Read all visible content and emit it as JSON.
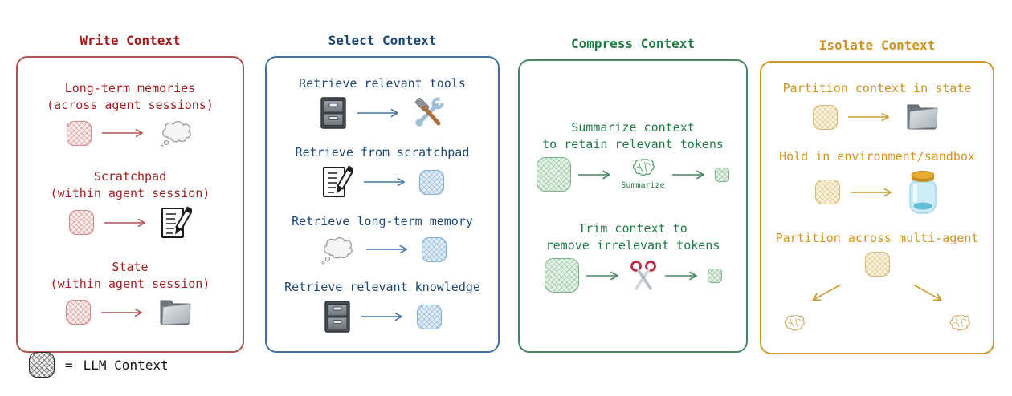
{
  "legend": {
    "symbol": "llm-context-chip",
    "equals": "=",
    "label": "LLM Context",
    "colors": {
      "chip_border": "#2b2b2b",
      "chip_fill": "#f4f4f4",
      "hatch": "rgba(45,45,45,0.55)"
    }
  },
  "panels": {
    "write": {
      "title": "Write Context",
      "colors": {
        "accent": "#9e1c1c",
        "border": "#b05252",
        "chip_border": "#cf8c8c",
        "chip_fill": "#fdf0f0",
        "hatch": "rgba(205,120,120,0.5)"
      },
      "items": [
        {
          "line1": "Long-term memories",
          "line2": "(across agent sessions)",
          "icons": [
            "context-chip",
            "arrow-right",
            "thought-cloud"
          ]
        },
        {
          "line1": "Scratchpad",
          "line2": "(within agent session)",
          "icons": [
            "context-chip",
            "arrow-right",
            "memo-pencil"
          ]
        },
        {
          "line1": "State",
          "line2": "(within agent session)",
          "icons": [
            "context-chip",
            "arrow-right",
            "folder"
          ]
        }
      ]
    },
    "select": {
      "title": "Select Context",
      "colors": {
        "accent": "#1e4673",
        "border": "#4273a3",
        "chip_border": "#85afd4",
        "chip_fill": "#e4f0f9",
        "hatch": "rgba(110,160,205,0.5)"
      },
      "items": [
        {
          "line1": "Retrieve relevant tools",
          "icons": [
            "file-cabinet",
            "arrow-right",
            "hammer-wrench"
          ]
        },
        {
          "line1": "Retrieve from scratchpad",
          "icons": [
            "memo-pencil",
            "arrow-right",
            "context-chip"
          ]
        },
        {
          "line1": "Retrieve long-term memory",
          "icons": [
            "thought-cloud",
            "arrow-right",
            "context-chip"
          ]
        },
        {
          "line1": "Retrieve relevant knowledge",
          "icons": [
            "file-cabinet",
            "arrow-right",
            "context-chip"
          ]
        }
      ]
    },
    "compress": {
      "title": "Compress Context",
      "colors": {
        "accent": "#227a46",
        "border": "#4a8662",
        "chip_border": "#79b08a",
        "chip_fill": "#e7f4e9",
        "hatch": "rgba(120,175,135,0.5)"
      },
      "items": [
        {
          "line1": "Summarize context",
          "line2": "to retain relevant tokens",
          "caption": "Summarize",
          "icons": [
            "context-chip-large",
            "arrow-right",
            "brain-scribble",
            "arrow-right",
            "context-chip-small"
          ]
        },
        {
          "line1": "Trim context to",
          "line2": "remove irrelevant tokens",
          "icons": [
            "context-chip-large",
            "arrow-right",
            "scissors",
            "arrow-right",
            "context-chip-small"
          ]
        }
      ]
    },
    "isolate": {
      "title": "Isolate Context",
      "colors": {
        "accent": "#d09324",
        "border": "#c9982f",
        "chip_border": "#d8b878",
        "chip_fill": "#fcf6e3",
        "hatch": "rgba(210,170,95,0.5)"
      },
      "items": [
        {
          "line1": "Partition context in state",
          "icons": [
            "context-chip",
            "arrow-right",
            "folder"
          ]
        },
        {
          "line1": "Hold in environment/sandbox",
          "icons": [
            "context-chip",
            "arrow-right",
            "jar"
          ]
        },
        {
          "line1": "Partition across multi-agent",
          "icons": [
            "context-chip",
            "split-arrows",
            "brain-sketch",
            "brain-sketch"
          ]
        }
      ]
    }
  }
}
